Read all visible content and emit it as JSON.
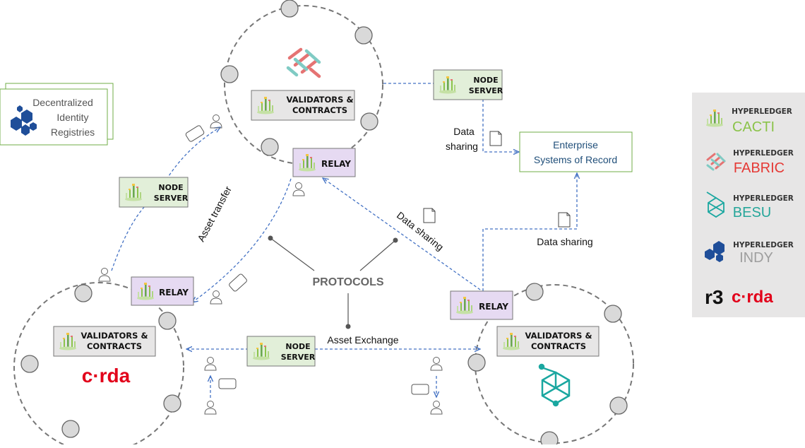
{
  "network_nodes": {
    "top": {
      "validators": [
        "VALIDATORS &",
        "CONTRACTS"
      ],
      "relay": "RELAY"
    },
    "left": {
      "validators": [
        "VALIDATORS &",
        "CONTRACTS"
      ],
      "relay": "RELAY",
      "corda_logo": "c·rda"
    },
    "right": {
      "validators": [
        "VALIDATORS &",
        "CONTRACTS"
      ],
      "relay": "RELAY"
    }
  },
  "node_servers": {
    "top": [
      "NODE",
      "SERVER"
    ],
    "left": [
      "NODE",
      "SERVER"
    ],
    "bottom": [
      "NODE",
      "SERVER"
    ]
  },
  "side_boxes": {
    "identity": [
      "Decentralized",
      "Identity",
      "Registries"
    ],
    "enterprise": [
      "Enterprise",
      "Systems of Record"
    ]
  },
  "labels": {
    "protocols": "PROTOCOLS",
    "asset_exchange": "Asset Exchange",
    "asset_transfer": "Asset transfer",
    "data_sharing_diag": "Data sharing",
    "data_sharing_right": "Data sharing",
    "data_sharing_top": [
      "Data",
      "sharing"
    ]
  },
  "legend": [
    {
      "brand": "HYPERLEDGER",
      "name": "CACTI",
      "color": "#8bc34a"
    },
    {
      "brand": "HYPERLEDGER",
      "name": "FABRIC",
      "color": "#e53935"
    },
    {
      "brand": "HYPERLEDGER",
      "name": "BESU",
      "color": "#26a69a"
    },
    {
      "brand": "HYPERLEDGER",
      "name": "INDY",
      "color": "#9e9e9e"
    }
  ],
  "legend_r3": {
    "r3": "r3",
    "corda": "c·rda"
  },
  "colors": {
    "green_box": "#e2efd9",
    "green_border": "#70ad47",
    "purple_box": "#e6daf2",
    "purple_border": "#8e7cc3",
    "grey_box": "#e7e6e6",
    "arrow_blue": "#4472c4",
    "corda_red": "#e2001a",
    "besu_teal": "#1aa7a0",
    "indy_blue": "#1f4e99"
  }
}
